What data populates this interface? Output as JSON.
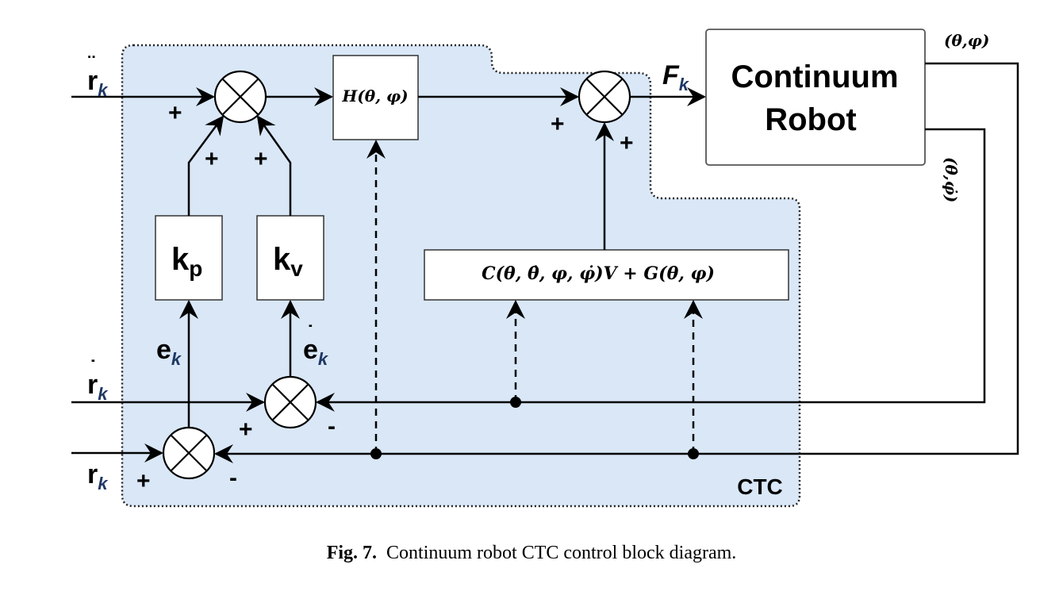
{
  "diagram": {
    "inputs": {
      "r_ddot": "r",
      "r_dot": "r",
      "r": "r",
      "subscript_k": "k"
    },
    "gains": {
      "kp_main": "k",
      "kp_sub": "p",
      "kv_main": "k",
      "kv_sub": "v"
    },
    "errors": {
      "e_main": "e",
      "e_dot_main": "e",
      "subscript_k": "k"
    },
    "blocks": {
      "inertia": "H(θ, φ)",
      "coriolis_gravity": "C(θ, θ̇, φ, φ̇)V + G(θ, φ)",
      "robot_line1": "Continuum",
      "robot_line2": "Robot",
      "ctc_label": "CTC"
    },
    "signals": {
      "force_main": "F",
      "force_sub": "k",
      "position_feedback": "(θ,φ)",
      "velocity_feedback": "(θ̇,φ̇)"
    },
    "signs": {
      "plus": "+",
      "minus": "-"
    }
  },
  "caption": {
    "label": "Fig. 7.",
    "text": "Continuum robot CTC control block diagram."
  },
  "colors": {
    "ctc_region_fill": "#d9e7f7",
    "line": "#000000",
    "subscript": "#1f3864",
    "block_fill": "#ffffff",
    "robot_border": "#555555"
  }
}
